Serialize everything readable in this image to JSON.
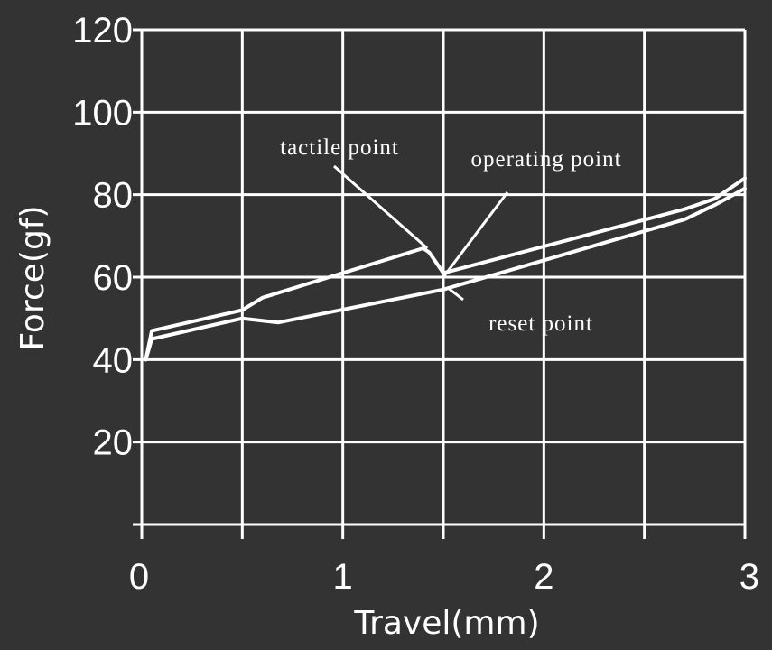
{
  "chart_data": {
    "type": "line",
    "title": "",
    "xlabel": "Travel(mm)",
    "ylabel": "Force(gf)",
    "xlim": [
      0,
      3
    ],
    "ylim": [
      0,
      120
    ],
    "x_ticks": [
      0,
      0.5,
      1,
      1.5,
      2,
      2.5,
      3
    ],
    "x_tick_labels": [
      "0",
      "",
      "1",
      "",
      "2",
      "",
      "3"
    ],
    "y_ticks": [
      0,
      20,
      40,
      60,
      80,
      100,
      120
    ],
    "y_tick_labels": [
      "",
      "20",
      "40",
      "60",
      "80",
      "100",
      "120"
    ],
    "grid": true,
    "colors": {
      "background": "#333333",
      "foreground": "#ffffff"
    },
    "series": [
      {
        "x": [
          0.02,
          0.05,
          0.5,
          0.6,
          1.4,
          1.43,
          1.5,
          2.7,
          2.85,
          3.0
        ],
        "y": [
          40,
          47,
          52,
          55,
          67,
          66,
          61,
          76.5,
          79,
          84
        ]
      },
      {
        "x": [
          0.02,
          0.05,
          0.5,
          0.68,
          1.5,
          2.7,
          2.85,
          3.0
        ],
        "y": [
          40,
          45,
          50,
          49,
          57,
          74,
          77.5,
          81.5
        ]
      }
    ],
    "annotations": [
      {
        "text": "tactile point",
        "x": 1.42,
        "y": 67,
        "label_x": 1.0,
        "label_y": 93
      },
      {
        "text": "operating point",
        "x": 1.5,
        "y": 60,
        "label_x": 1.8,
        "label_y": 83
      },
      {
        "text": "reset point",
        "x": 1.52,
        "y": 57.5,
        "label_x": 1.62,
        "label_y": 56
      }
    ]
  }
}
